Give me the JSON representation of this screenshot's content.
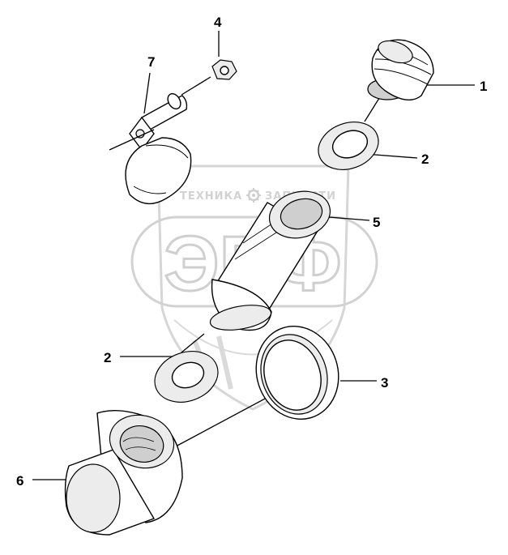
{
  "watermark": {
    "top_left": "ТЕХНИКА",
    "top_right": "ЗАПЧАСТИ",
    "big": "ЭПФ",
    "gear_icon": "gear-icon"
  },
  "labels": {
    "cap": "1",
    "gasket_top": "2",
    "ring": "3",
    "nut": "4",
    "pipe": "5",
    "body": "6",
    "clamp": "7",
    "gasket_bottom": "2"
  },
  "colors": {
    "line": "#000000",
    "watermark": "#d0d0d0",
    "background": "#ffffff"
  }
}
